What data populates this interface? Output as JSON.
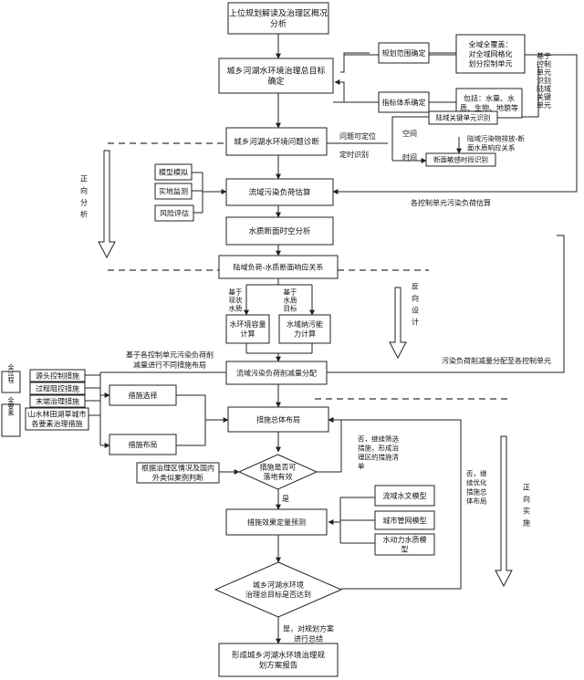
{
  "nodes": {
    "n1": [
      "上位规划解读及治理区概况",
      "分析"
    ],
    "n2": [
      "城乡河湖水环境治理总目标",
      "确定"
    ],
    "n3": [
      "城乡河湖水环境问题诊断"
    ],
    "n4": [
      "流域污染负荷估算"
    ],
    "n5": [
      "水质断面时空分析"
    ],
    "n6": [
      "陆域负荷-水质断面响应关系"
    ],
    "n7": [
      "水环境容量",
      "计算"
    ],
    "n8": [
      "水域纳污能",
      "力计算"
    ],
    "n9": [
      "流域污染负荷削减量分配"
    ],
    "n10": [
      "措施选择"
    ],
    "n11": [
      "措施总体布局"
    ],
    "n12": [
      "措施布局"
    ],
    "n13": [
      "措施是否可",
      "落地有效"
    ],
    "n14": [
      "措施效果定量预测"
    ],
    "n15": [
      "城乡河湖水环境",
      "治理总目标是否达到"
    ],
    "n16": [
      "形成城乡河湖水环境治理规",
      "划方案报告"
    ]
  },
  "side": {
    "scope": [
      "规划范围确定"
    ],
    "scope_note": [
      "全域全覆盖：",
      "对全域网格化",
      "划分控制单元"
    ],
    "index": [
      "指标体系确定"
    ],
    "index_note": [
      "包括：水量、水",
      "质、生物、地貌等"
    ],
    "unit_vert": [
      "基于",
      "控制",
      "单元",
      "识别",
      "陆域",
      "关键",
      "单元"
    ],
    "land_key": [
      "陆域关键单元识别"
    ],
    "pollution_resp": [
      "陆域污染物排放-断",
      "面水质响应关系"
    ],
    "section_period": [
      "断面敏感时段识别"
    ],
    "model": [
      "模型模拟"
    ],
    "field": [
      "实地监测"
    ],
    "risk": [
      "风险评估"
    ],
    "whole_process": [
      "全过程"
    ],
    "all_elements": [
      "全要素"
    ],
    "source": [
      "源头控制措施"
    ],
    "process": [
      "过程阻控措施"
    ],
    "end": [
      "末端治理措施"
    ],
    "eco": [
      "山水林田湖草城市",
      "各要素治理措施"
    ],
    "water_quality": [
      "流域水文模型"
    ],
    "pipe": [
      "城市管网模型"
    ],
    "hydro": [
      "水动力水质模",
      "型"
    ],
    "case": [
      "根据治理区情况及国内",
      "外类似案例判断"
    ]
  },
  "labels": {
    "problem_loc": [
      "问题可定位"
    ],
    "fixed_time": [
      "定时识别"
    ],
    "space": [
      "空间"
    ],
    "time": [
      "时间"
    ],
    "unit_load": [
      "各控制单元污染负荷估算"
    ],
    "current_wq": [
      "基于",
      "现状",
      "水质"
    ],
    "target_wq": [
      "基于",
      "水质",
      "目标"
    ],
    "per_unit": [
      "基于各控制单元污染负荷削",
      "减量进行不同措施布局"
    ],
    "alloc": [
      "污染负荷削减量分配至各控制单元"
    ],
    "no1": [
      "否，继续筛选",
      "措施，形成治",
      "理区的措施清",
      "单"
    ],
    "no2": [
      "否，继",
      "续优化",
      "措施总",
      "体布局"
    ],
    "yes1": [
      "是"
    ],
    "yes2": [
      "是，对规划方案",
      "进行总结"
    ],
    "forward": [
      "正",
      "向",
      "分",
      "析"
    ],
    "reverse": [
      "反",
      "向",
      "设",
      "计"
    ],
    "implement": [
      "正",
      "向",
      "实",
      "施"
    ]
  }
}
